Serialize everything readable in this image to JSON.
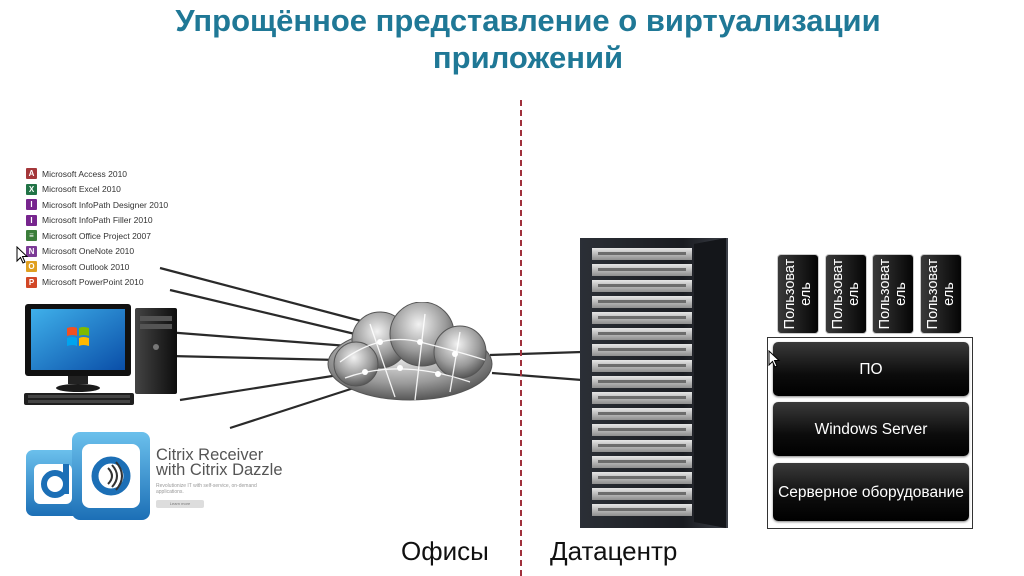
{
  "title": {
    "line1": "Упрощённое представление о виртуализации",
    "line2": "приложений"
  },
  "apps": [
    {
      "letter": "A",
      "label": "Microsoft Access 2010",
      "color": "#a4373a"
    },
    {
      "letter": "X",
      "label": "Microsoft Excel 2010",
      "color": "#217346"
    },
    {
      "letter": "I",
      "label": "Microsoft InfoPath Designer 2010",
      "color": "#77258e"
    },
    {
      "letter": "I",
      "label": "Microsoft InfoPath Filler 2010",
      "color": "#77258e"
    },
    {
      "letter": "≡",
      "label": "Microsoft Office Project 2007",
      "color": "#3b7d3a"
    },
    {
      "letter": "N",
      "label": "Microsoft OneNote 2010",
      "color": "#7b3a96"
    },
    {
      "letter": "O",
      "label": "Microsoft Outlook 2010",
      "color": "#e0a020"
    },
    {
      "letter": "P",
      "label": "Microsoft PowerPoint 2010",
      "color": "#d24726"
    }
  ],
  "citrix": {
    "name_line1": "Citrix Receiver",
    "name_line2": "with Citrix Dazzle",
    "tagline": "Revolutionize IT with self-service, on-demand applications.",
    "button": "Learn more"
  },
  "users": [
    "Пользователь",
    "Пользователь",
    "Пользователь",
    "Пользователь"
  ],
  "layers": {
    "software": "ПО",
    "os": "Windows Server",
    "hardware": "Серверное оборудование"
  },
  "captions": {
    "offices": "Офисы",
    "datacenter": "Датацентр"
  },
  "colors": {
    "title": "#1f7896",
    "divider": "#a0303c"
  }
}
